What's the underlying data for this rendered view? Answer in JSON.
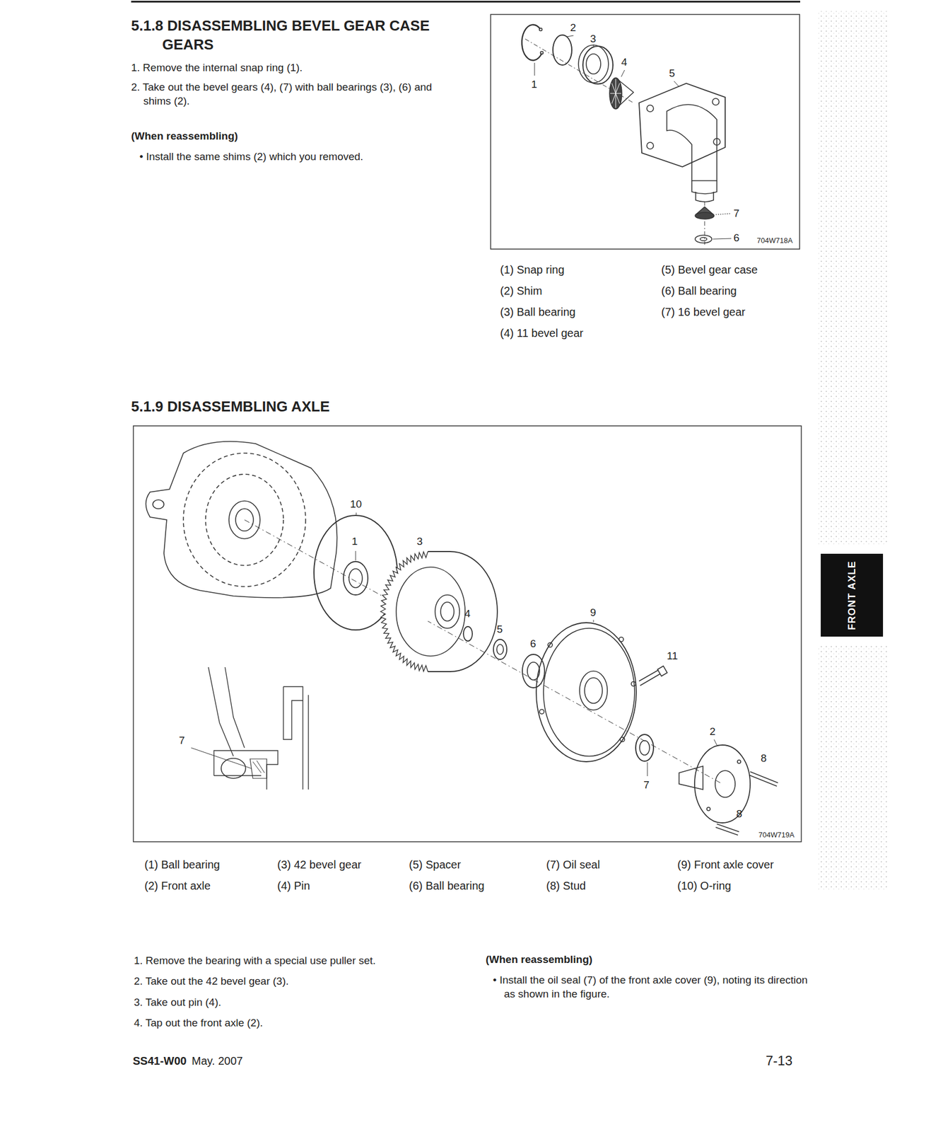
{
  "diagram": {
    "nodes": [
      {
        "text": [
          "FRONT AXLE"
        ]
      }
    ],
    "labels": [
      "5.1.8 DISASSEMBLING BEVEL GEAR CASE GEARS",
      "1. Remove the internal snap ring (1).",
      "2. Take out the bevel gears (4), (7) with ball bearings (3), (6) and shims (2).",
      "(When reassembling)",
      "• Install the same shims (2) which you removed.",
      "2",
      "3",
      "1",
      "4",
      "5",
      "7",
      "6",
      "704W718A",
      "(1) Snap ring",
      "(2) Shim",
      "(3) Ball bearing",
      "(4) 11 bevel gear",
      "(5) Bevel gear case",
      "(6) Ball bearing",
      "(7) 16 bevel gear",
      "5.1.9 DISASSEMBLING AXLE",
      "10",
      "1",
      "3",
      "4",
      "5",
      "6",
      "9",
      "11",
      "7",
      "2",
      "8",
      "7",
      "8",
      "704W719A",
      "(1) Ball bearing",
      "(3) 42 bevel gear",
      "(5) Spacer",
      "(7) Oil seal",
      "(9) Front axle cover",
      "(2) Front axle",
      "(4) Pin",
      "(6) Ball bearing",
      "(8) Stud",
      "(10) O-ring",
      "1. Remove the bearing with a special use puller set.",
      "2. Take out the 42 bevel gear (3).",
      "3. Take out pin (4).",
      "4. Tap out the front axle (2).",
      "(When reassembling)",
      "• Install the oil seal (7) of the front axle cover (9), noting its direction as shown in the figure.",
      "SS41-W00",
      "May. 2007",
      "7-13"
    ]
  }
}
